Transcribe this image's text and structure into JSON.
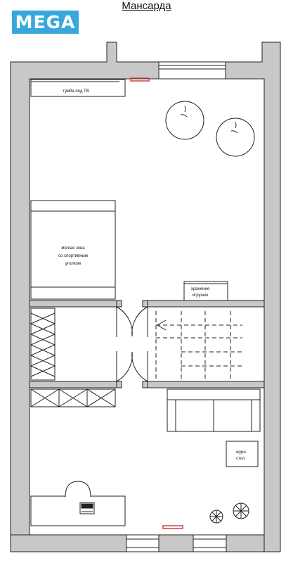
{
  "logo": {
    "text": "MEGA",
    "color": "#38a7dd"
  },
  "title": "Мансарда",
  "labels": {
    "tv_stand": "тумба под ТВ",
    "soft_zone": [
      "мягкая зона",
      "со спортивным",
      "уголком"
    ],
    "toy_storage": [
      "хранение",
      "игрушек"
    ],
    "coffee_table": [
      "журн.",
      "стол"
    ]
  },
  "colors": {
    "wall": "#c8c8c8",
    "line": "#222222",
    "accent": "#d04040"
  }
}
